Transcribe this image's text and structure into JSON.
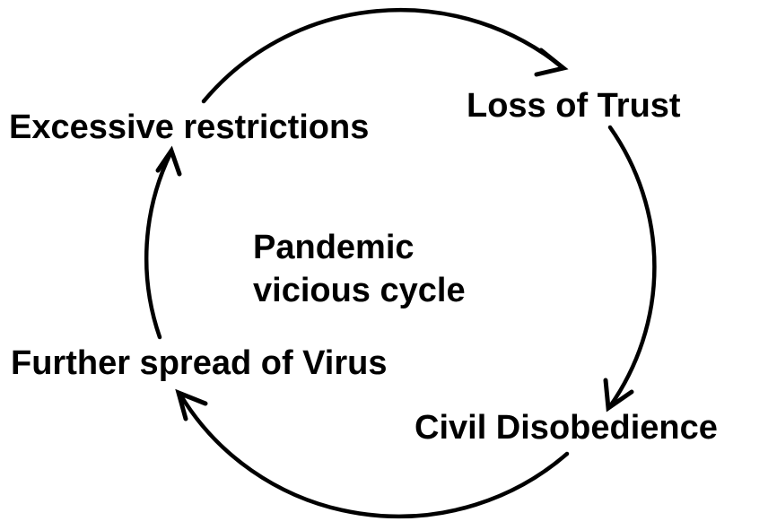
{
  "diagram": {
    "center_title": {
      "line1": "Pandemic",
      "line2": "vicious cycle"
    },
    "nodes": {
      "excessive_restrictions": "Excessive restrictions",
      "loss_of_trust": "Loss of Trust",
      "civil_disobedience": "Civil Disobedience",
      "further_spread": "Further spread of Virus"
    },
    "arrow_color": "#000000",
    "text_color": "#000000",
    "background_color": "#ffffff"
  }
}
